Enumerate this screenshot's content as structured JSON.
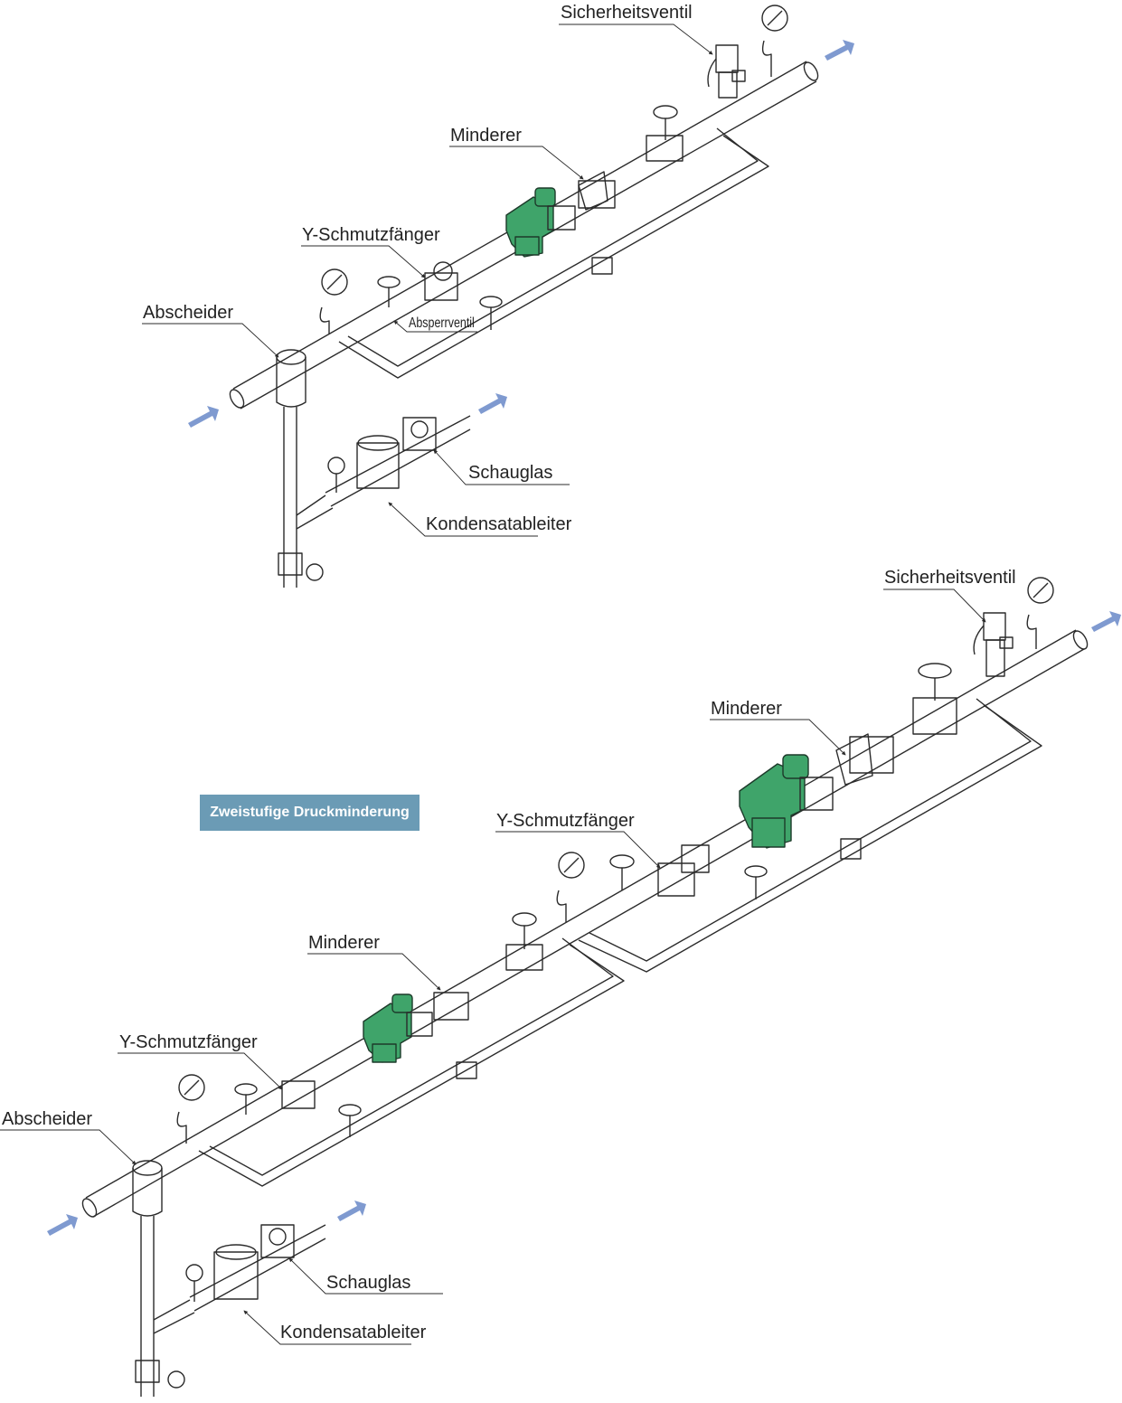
{
  "colors": {
    "accent_green": "#3fa46a",
    "arrow_blue": "#7f9ad0",
    "badge_bg": "#6b9bb5",
    "line": "#2b2b2b"
  },
  "diagram_top": {
    "labels": {
      "sicherheitsventil": "Sicherheitsventil",
      "minderer": "Minderer",
      "y_schmutzfaenger": "Y-Schmutzfänger",
      "abscheider": "Abscheider",
      "absperrventil": "Absperrventil",
      "schauglas": "Schauglas",
      "kondensatableiter": "Kondensatableiter"
    }
  },
  "badge": {
    "text": "Zweistufige Druckminderung"
  },
  "diagram_bottom": {
    "labels": {
      "sicherheitsventil": "Sicherheitsventil",
      "minderer_upper": "Minderer",
      "y_schmutzfaenger_upper": "Y-Schmutzfänger",
      "minderer_lower": "Minderer",
      "y_schmutzfaenger_lower": "Y-Schmutzfänger",
      "abscheider": "Abscheider",
      "schauglas": "Schauglas",
      "kondensatableiter": "Kondensatableiter"
    }
  }
}
